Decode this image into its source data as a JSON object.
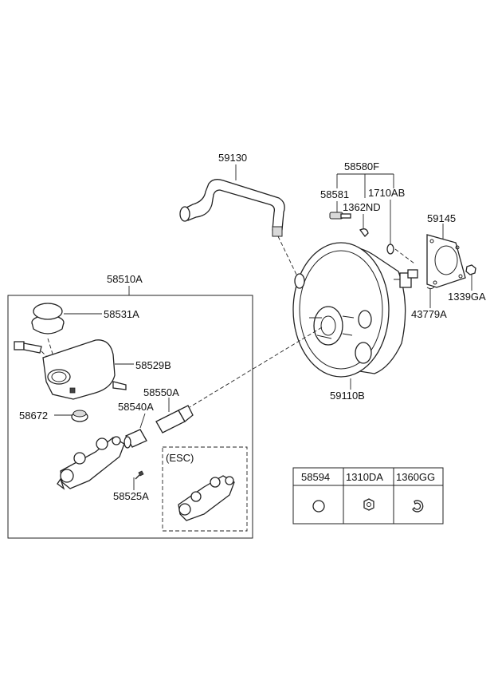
{
  "labels": {
    "hose": "59130",
    "booster_kit": "58580F",
    "clevis_pin": "58581",
    "pin_1362": "1362ND",
    "pin_1710": "1710AB",
    "gasket": "59145",
    "nut_1339": "1339GA",
    "clip_43779": "43779A",
    "booster": "59110B",
    "master_cyl_assy": "58510A",
    "cap": "58531A",
    "reservoir": "58529B",
    "grommet": "58672",
    "seal_a": "58550A",
    "seal_b": "58540A",
    "bolt": "58525A",
    "esc": "(ESC)"
  },
  "table": {
    "headers": [
      "58594",
      "1310DA",
      "1360GG"
    ]
  }
}
